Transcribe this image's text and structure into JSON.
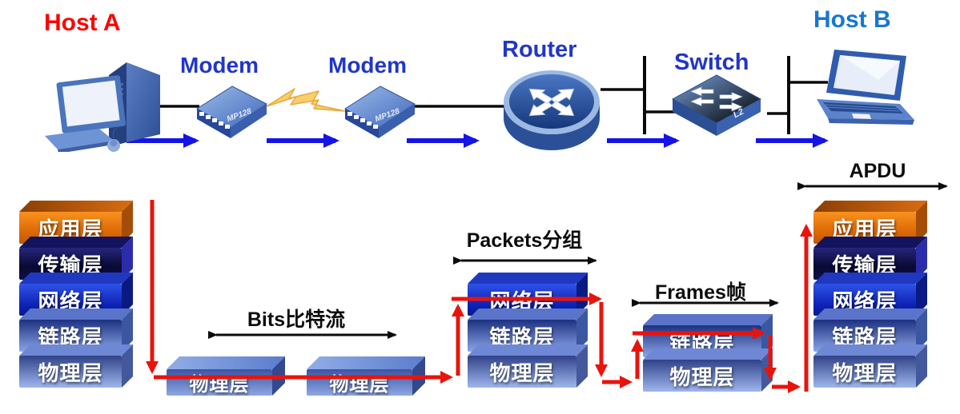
{
  "hosts": {
    "host_a": "Host A",
    "host_b": "Host B"
  },
  "devices": {
    "modem1": {
      "label": "Modem",
      "model": "MP128"
    },
    "modem2": {
      "label": "Modem",
      "model": "MP128"
    },
    "router": {
      "label": "Router"
    },
    "switch": {
      "label": "Switch",
      "model": "L2"
    }
  },
  "stacks": {
    "host_a": {
      "layers": [
        "应用层",
        "传输层",
        "网络层",
        "链路层",
        "物理层"
      ]
    },
    "modem1": {
      "layers": [
        "物理层"
      ]
    },
    "modem2": {
      "layers": [
        "物理层"
      ]
    },
    "router": {
      "layers": [
        "网络层",
        "链路层",
        "物理层"
      ]
    },
    "switch": {
      "layers": [
        "链路层",
        "物理层"
      ]
    },
    "host_b": {
      "layers": [
        "应用层",
        "传输层",
        "网络层",
        "链路层",
        "物理层"
      ]
    }
  },
  "pdu_labels": {
    "apdu": "APDU",
    "packets": "Packets分组",
    "frames": "Frames帧",
    "bits": "Bits比特流"
  },
  "colors": {
    "host_a_label": "#ff0000",
    "host_b_label": "#1777d2",
    "device_label": "#2136c8",
    "flow_arrow_blue": "#1414e6",
    "data_path_red": "#e8140c",
    "pdu_arrow_black": "#0c0c0c",
    "layer_application": "#e07414",
    "layer_transport": "#0a0a3c",
    "layer_network": "#1530cc",
    "layer_link": "#2c4494",
    "layer_physical": "#45589f"
  }
}
